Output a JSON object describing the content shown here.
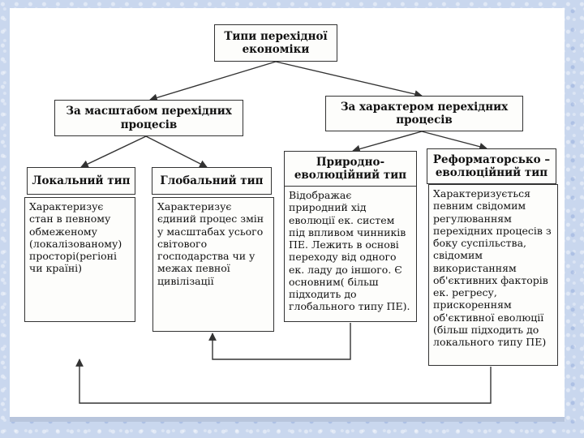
{
  "diagram": {
    "root": {
      "label": "Типи перехідної економіки"
    },
    "categories": [
      {
        "id": "scale",
        "label": "За масштабом перехідних процесів"
      },
      {
        "id": "character",
        "label": "За характером перехідних процесів"
      }
    ],
    "types": [
      {
        "id": "local",
        "label": "Локальний тип",
        "description": "Характеризує стан в певному обмеженому (локалізованому) просторі(регіоні чи країні)"
      },
      {
        "id": "global",
        "label": "Глобальний тип",
        "description": "Характеризує єдиний процес змін у масштабах усього світового господарства чи у межах певної цивілізації"
      },
      {
        "id": "natural",
        "label": "Природно-еволюційний тип",
        "description": "Відображає природний хід еволюції ек. систем під впливом чинників ПЕ. Лежить в основі переходу від одного ек. ладу до іншого. Є основним( більш підходить до глобального типу ПЕ)."
      },
      {
        "id": "reform",
        "label": "Реформаторсько – еволюційний тип",
        "description": "Характеризується певним свідомим регулюванням перехідних процесів з боку суспільства, свідомим використанням об'єктивних факторів ек. регресу, прискоренням об'єктивної еволюції (більш підходить до локального типу ПЕ)"
      }
    ]
  },
  "colors": {
    "background": "#c9d7ee",
    "slide": "#ffffff",
    "ink": "#333333"
  }
}
